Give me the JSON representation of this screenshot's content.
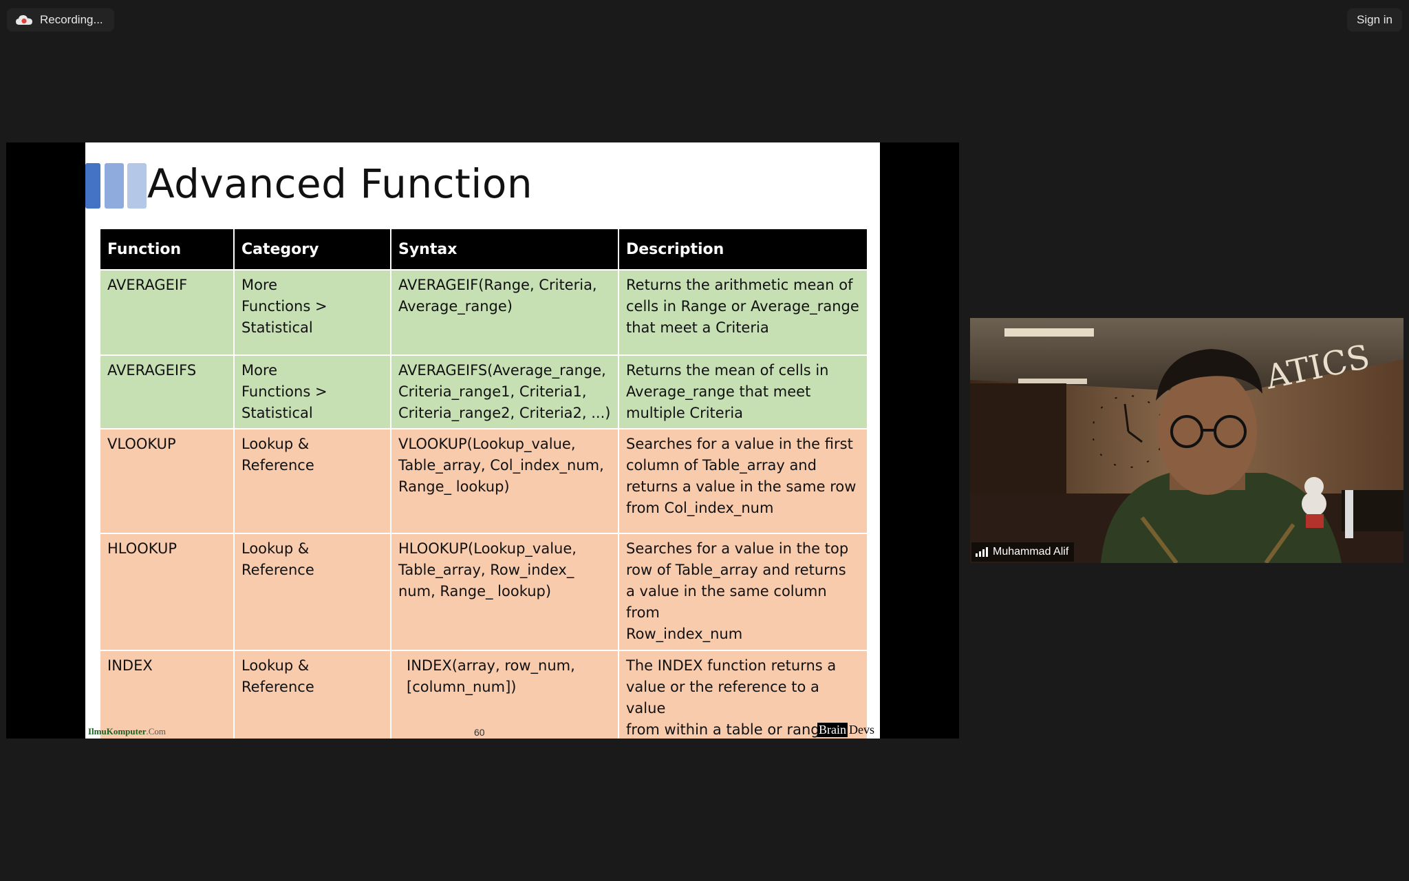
{
  "meeting": {
    "recording_label": "Recording...",
    "sign_in_label": "Sign in"
  },
  "slide": {
    "title": "Advanced Function",
    "headers": [
      "Function",
      "Category",
      "Syntax",
      "Description"
    ],
    "rows": [
      {
        "function": "AVERAGEIF",
        "category": [
          "More",
          "Functions >",
          "Statistical"
        ],
        "syntax": [
          "AVERAGEIF(Range, Criteria,",
          "Average_range)"
        ],
        "description": [
          "Returns the arithmetic mean of",
          "cells in Range or Average_range",
          "that meet a Criteria"
        ]
      },
      {
        "function": "AVERAGEIFS",
        "category": [
          "More",
          "Functions >",
          "Statistical"
        ],
        "syntax": [
          "AVERAGEIFS(Average_range,",
          "Criteria_range1, Criteria1,",
          "Criteria_range2, Criteria2, ...)"
        ],
        "description": [
          "Returns the mean of cells in",
          "Average_range that meet",
          "multiple Criteria"
        ]
      },
      {
        "function": "VLOOKUP",
        "category": [
          "Lookup &",
          "Reference"
        ],
        "syntax": [
          "VLOOKUP(Lookup_value,",
          "Table_array, Col_index_num,",
          "Range_ lookup)"
        ],
        "description": [
          "Searches for a value in the first",
          "column of Table_array and",
          "returns a value in the same row",
          "from Col_index_num"
        ]
      },
      {
        "function": "HLOOKUP",
        "category": [
          "Lookup &",
          "Reference"
        ],
        "syntax": [
          "HLOOKUP(Lookup_value,",
          "Table_array, Row_index_",
          "num, Range_ lookup)"
        ],
        "description": [
          "Searches for a value in the top",
          "row of Table_array and returns",
          "a value in the same column",
          "from",
          "Row_index_num"
        ]
      },
      {
        "function": "INDEX",
        "category": [
          "Lookup &",
          "Reference"
        ],
        "syntax": [
          "INDEX(array, row_num,",
          "[column_num])"
        ],
        "description": [
          "The INDEX function returns a",
          "value or the reference to a value",
          "from within a table or range."
        ]
      }
    ],
    "footer_left_brand": "IlmuKomputer",
    "footer_left_suffix": ".Com",
    "page_number": "60",
    "footer_right_part1": "Brain",
    "footer_right_part2": "Devs"
  },
  "participant": {
    "name": "Muhammad Alif",
    "wall_sign_text": "ATICS"
  },
  "colors": {
    "background": "#1a1a1a",
    "header_row": "#000000",
    "green_row": "#c6e0b4",
    "orange_row": "#f8cbad",
    "title_bar_1": "#4472c4",
    "title_bar_2": "#8faadc",
    "title_bar_3": "#b4c7e7"
  }
}
